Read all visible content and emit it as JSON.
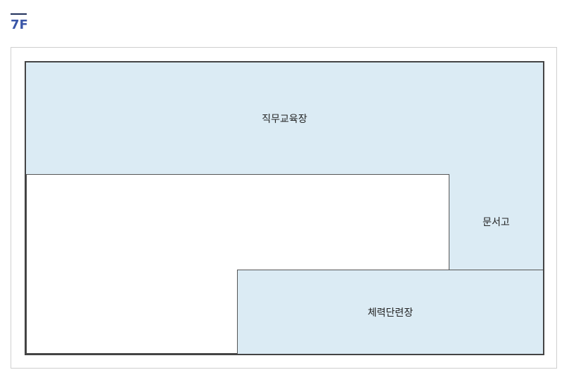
{
  "floor": {
    "label": "7F"
  },
  "rooms": [
    {
      "id": "training",
      "name": "직무교육장"
    },
    {
      "id": "archive",
      "name": "문서고"
    },
    {
      "id": "gym",
      "name": "체력단련장"
    }
  ],
  "colors": {
    "room_fill": "#dbebf4",
    "wall": "#444444",
    "floor_label": "#3a56a8"
  }
}
